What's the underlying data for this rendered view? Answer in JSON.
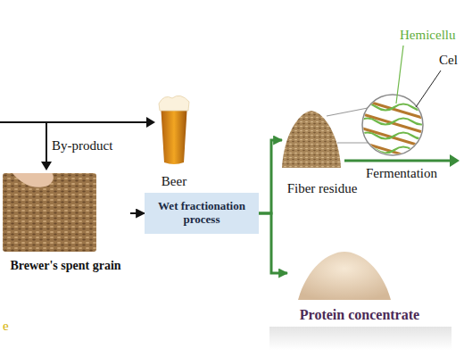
{
  "diagram": {
    "nodes": [
      {
        "text": [
          "Beer"
        ]
      },
      {
        "text": [
          "Brewer's spent grain"
        ]
      },
      {
        "text": [
          "Wet fractionation process"
        ]
      },
      {
        "text": [
          "Fiber residue"
        ]
      },
      {
        "text": [
          "Protein concentrate"
        ]
      }
    ],
    "edges": [
      {
        "from": 1,
        "to": 2,
        "arrow": "to"
      },
      {
        "from": 2,
        "to": 3,
        "arrow": "to"
      },
      {
        "from": 2,
        "to": 4,
        "arrow": "to"
      }
    ],
    "labels": [
      "By-product",
      "Hemicellu",
      "Cel",
      "Fermentation",
      "e"
    ]
  }
}
